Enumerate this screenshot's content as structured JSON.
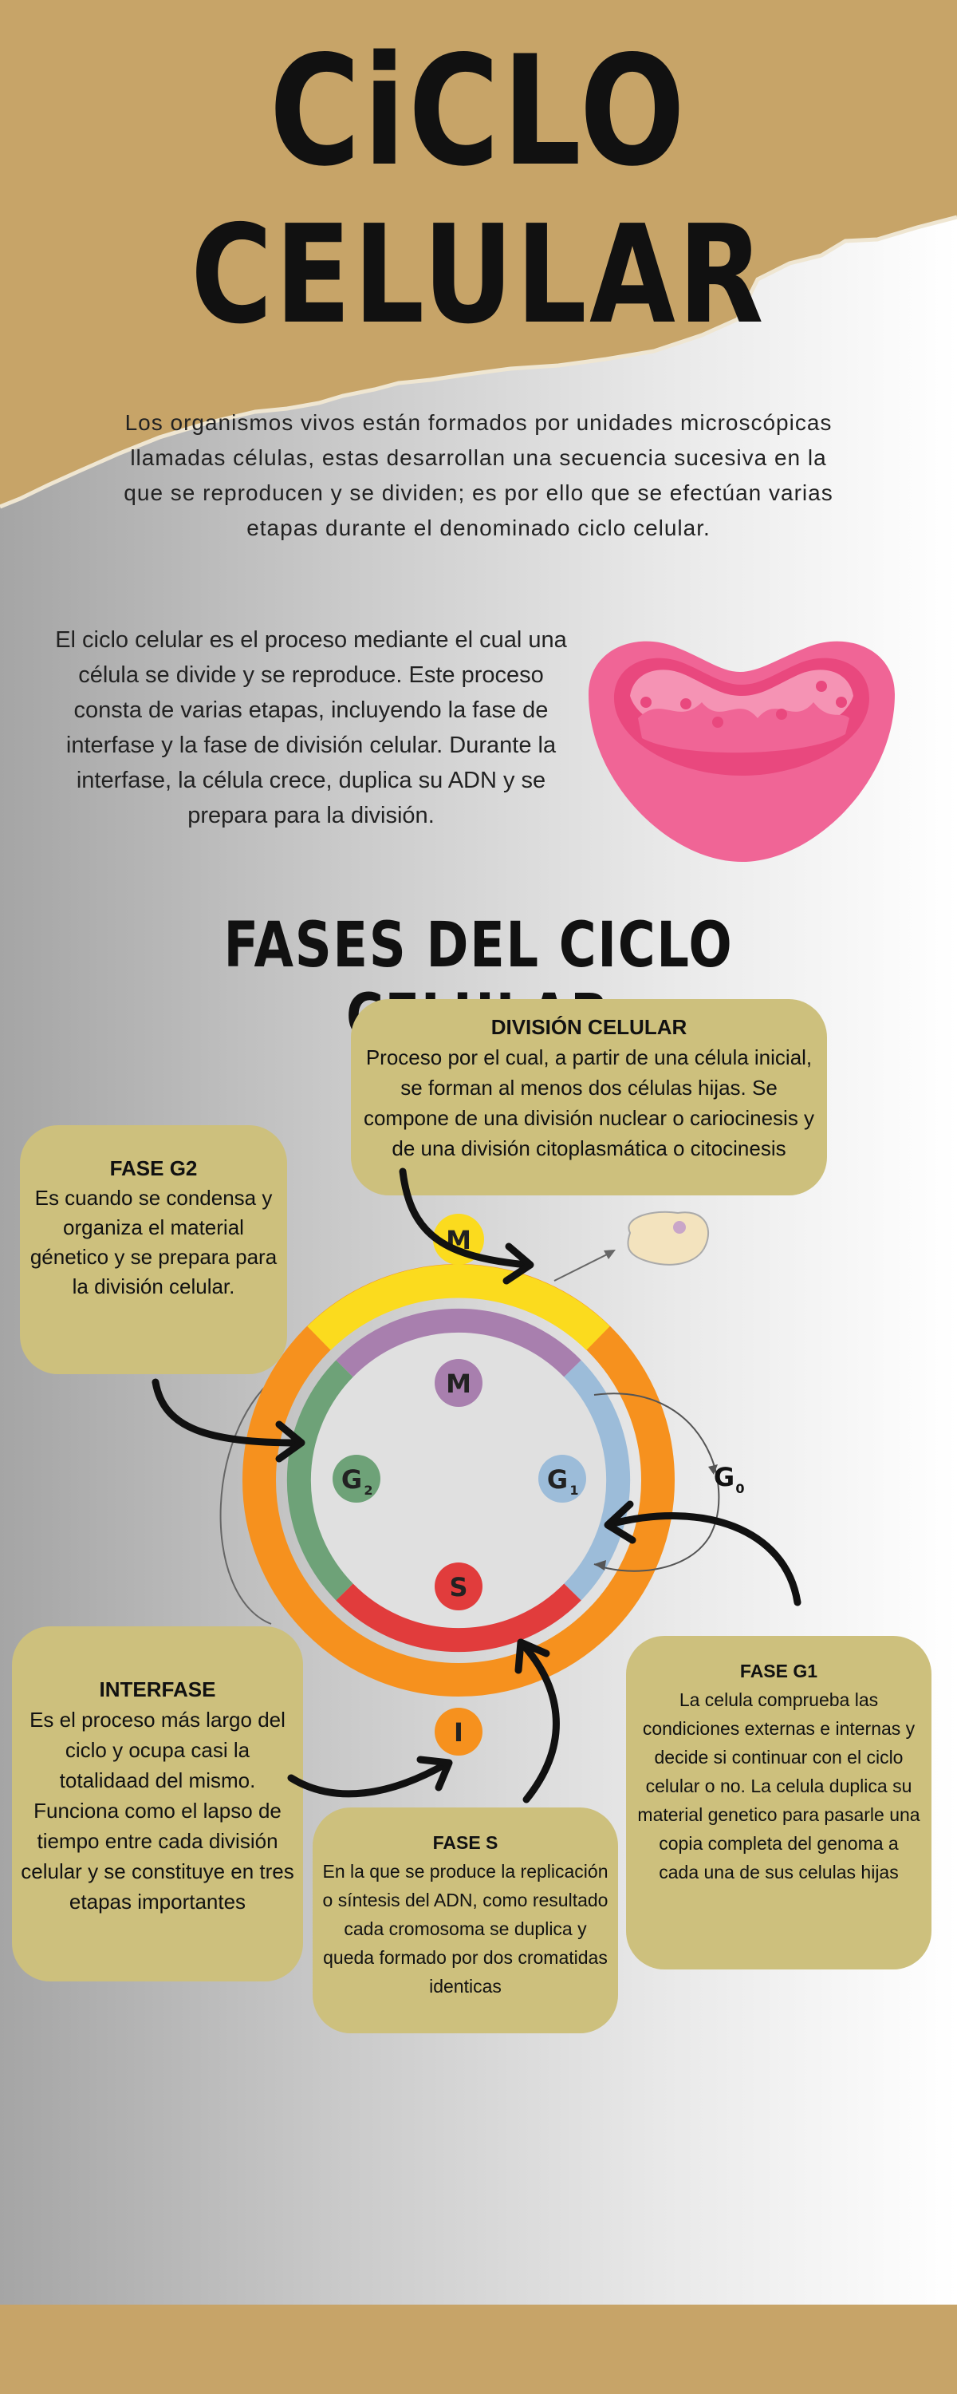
{
  "title": {
    "line1": "CiCLO",
    "line2": "CELULAR"
  },
  "intro": "Los organismos vivos están formados por unidades microscópicas llamadas células, estas desarrollan una secuencia sucesiva en la que se reproducen y se dividen; es por ello que se efectúan varias etapas durante el denominado ciclo celular.",
  "definition": "El ciclo celular es el proceso mediante el cual una célula se divide y se reproduce. Este proceso consta de varias etapas, incluyendo la fase de interfase y la fase de división celular. Durante la interfase, la célula crece, duplica su ADN y se prepara para la división.",
  "section_heading": "FASES DEL CICLO CELULAR",
  "boxes": {
    "division": {
      "title": "DIVISIÓN CELULAR",
      "text": "Proceso por el cual, a partir de una célula inicial, se forman al menos dos células hijas. Se compone de una división nuclear o cariocinesis y de una división citoplasmática o citocinesis"
    },
    "g2": {
      "title": "FASE G2",
      "text": "Es cuando se condensa y organiza el material génetico y se prepara para la división celular."
    },
    "interfase": {
      "title": "INTERFASE",
      "text": "Es el proceso más largo del ciclo y ocupa casi la totalidaad del mismo. Funciona como el lapso de tiempo entre cada división celular y se constituye en tres etapas importantes"
    },
    "s": {
      "title": "FASE S",
      "text": "En la que se produce la replicación o síntesis del ADN, como resultado cada cromosoma se duplica y queda formado por dos cromatidas identicas"
    },
    "g1": {
      "title": "FASE G1",
      "text": "La celula comprueba las condiciones externas e internas y decide si continuar con el ciclo celular o no. La celula duplica su material genetico para pasarle una copia completa del genoma a cada una de sus celulas hijas"
    }
  },
  "cycle_labels": {
    "m_outer": "M",
    "m_inner": "M",
    "g2": "G",
    "g2_sub": "2",
    "g1": "G",
    "g1_sub": "1",
    "s": "S",
    "i": "I",
    "g0": "G",
    "g0_sub": "0"
  },
  "colors": {
    "paper": "#c7a468",
    "box": "#cdc07d",
    "yellow": "#fbdb1e",
    "orange": "#f6911e",
    "purple": "#a87fae",
    "blue": "#9cbcd9",
    "green": "#6ea278",
    "red": "#e13c3c",
    "mito_outer": "#f06596",
    "mito_inner": "#f593b4"
  },
  "icons": {
    "organelle": "mitochondria-icon",
    "cell": "cell-icon"
  }
}
